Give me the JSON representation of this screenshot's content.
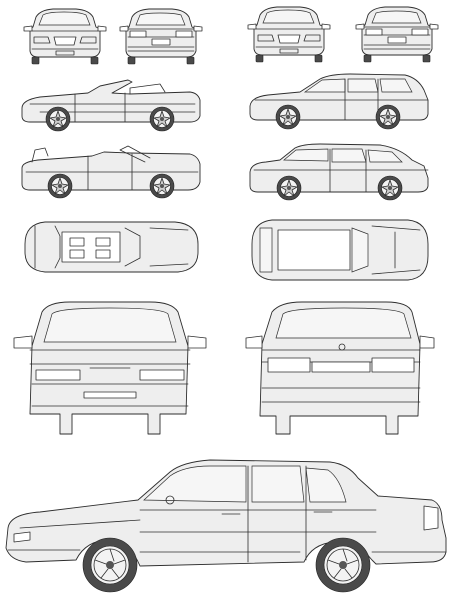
{
  "title": "",
  "views": {
    "conv_front": "convertible-front-view",
    "conv_rear": "convertible-rear-view",
    "wagon_front": "wagon-front-view",
    "wagon_rear": "wagon-rear-view",
    "conv_side_top_down": "convertible-side-view-top-down",
    "conv_side_top_raising": "convertible-side-view-top-raising",
    "conv_top": "convertible-top-view",
    "wagon_side": "wagon-side-view",
    "wagon_side_2": "wagon-side-view-alt",
    "wagon_top": "wagon-top-view",
    "sedan_front": "sedan-front-view",
    "sedan_rear": "sedan-rear-view",
    "sedan_side": "sedan-side-view"
  },
  "colors": {
    "line": "#2e2e2e",
    "body_fill": "#eeeeee",
    "tyre": "#4a4a4a",
    "background": "#ffffff"
  }
}
